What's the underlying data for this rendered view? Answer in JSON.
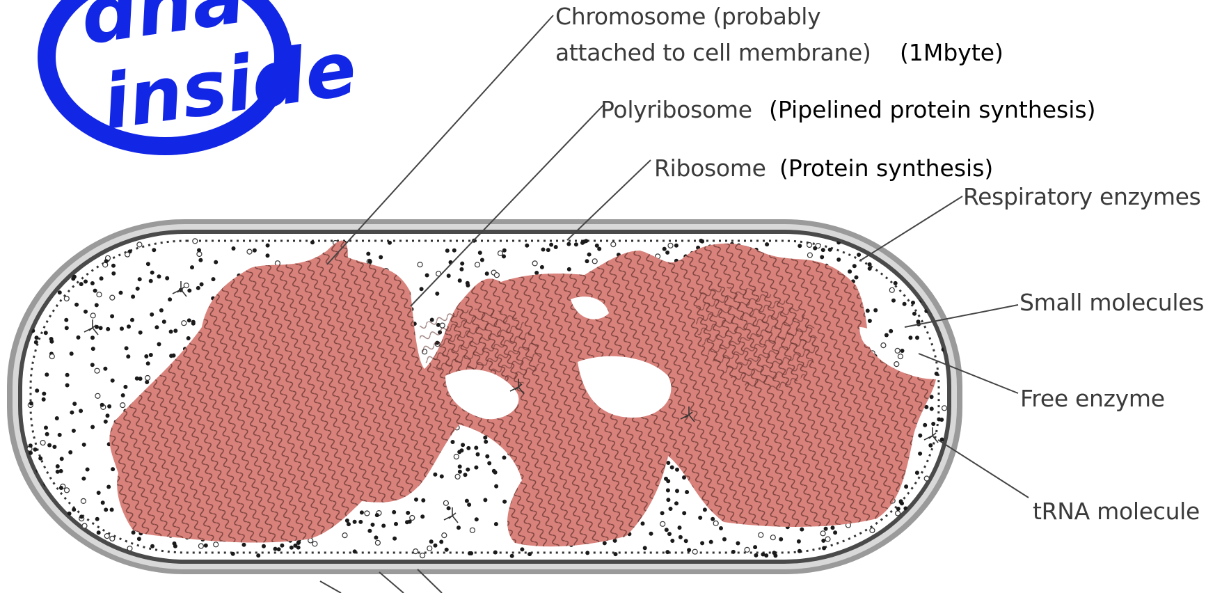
{
  "logo": {
    "line1": "dna",
    "line2": "inside",
    "color": "#1226e6"
  },
  "labels": {
    "chromosome": "Chromosome (probably",
    "chromosome_line2": "attached to cell membrane)",
    "chromosome_note": "(1Mbyte)",
    "polyribosome": "Polyribosome",
    "polyribosome_note": "(Pipelined protein synthesis)",
    "ribosome": "Ribosome",
    "ribosome_note": "(Protein synthesis)",
    "respiratory": "Respiratory enzymes",
    "small_molecules": "Small molecules",
    "free_enzyme": "Free enzyme",
    "trna": "tRNA molecule"
  },
  "colors": {
    "membrane": "#8c8c8c",
    "nucleoid": "#d9827b",
    "ink": "#2a2a2a",
    "leader": "#444444"
  }
}
